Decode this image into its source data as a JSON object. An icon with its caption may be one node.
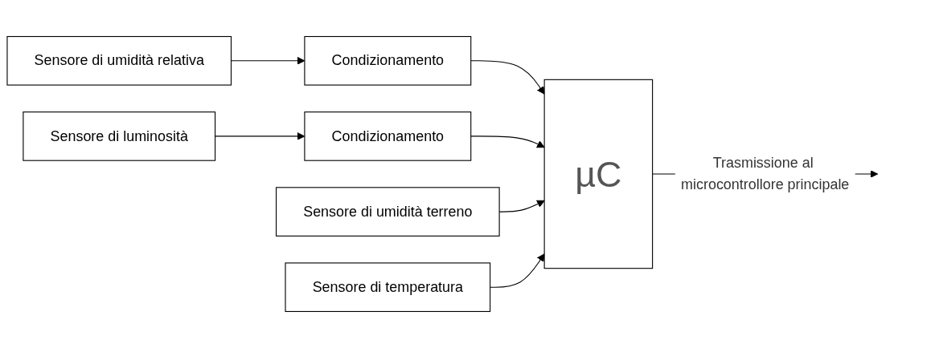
{
  "diagram": {
    "nodes": [
      {
        "text": [
          "Sensore di umidità relativa"
        ]
      },
      {
        "text": [
          "Condizionamento"
        ]
      },
      {
        "text": [
          "Sensore di luminosità"
        ]
      },
      {
        "text": [
          "Condizionamento"
        ]
      },
      {
        "text": [
          "Sensore di umidità terreno"
        ]
      },
      {
        "text": [
          "Sensore di temperatura"
        ]
      },
      {
        "text": [
          "µC"
        ]
      }
    ],
    "edges": [
      {
        "from": 0,
        "to": 1,
        "arrow": "to"
      },
      {
        "from": 1,
        "to": 6,
        "arrow": "to"
      },
      {
        "from": 2,
        "to": 3,
        "arrow": "to"
      },
      {
        "from": 3,
        "to": 6,
        "arrow": "to"
      },
      {
        "from": 4,
        "to": 6,
        "arrow": "to"
      },
      {
        "from": 5,
        "to": 6,
        "arrow": "to"
      },
      {
        "from": 6,
        "to": null,
        "label": "Trasmissione al microcontrollore principale",
        "arrow": "to"
      }
    ]
  }
}
